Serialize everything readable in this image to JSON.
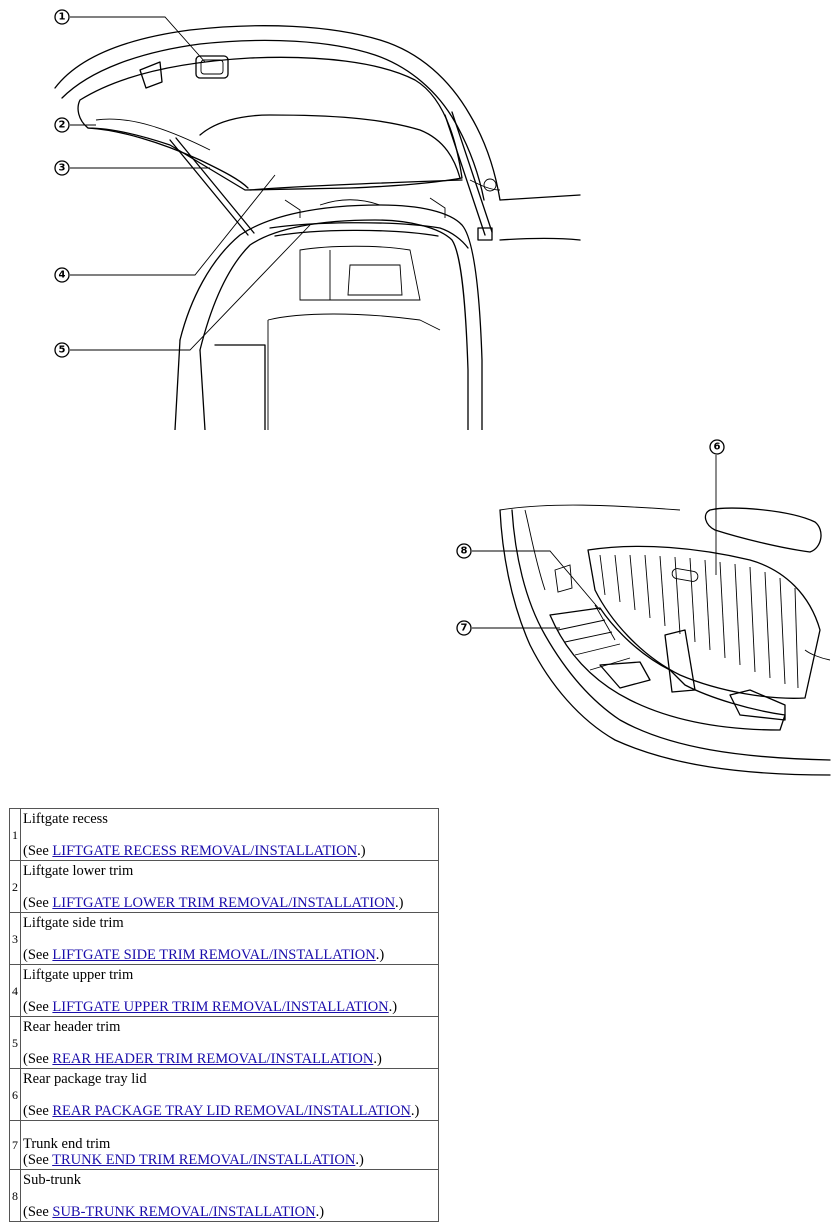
{
  "callouts": [
    "1",
    "2",
    "3",
    "4",
    "5",
    "6",
    "7",
    "8"
  ],
  "parts": [
    {
      "num": "1",
      "name": "Liftgate recess",
      "see_prefix": "(See ",
      "link": "LIFTGATE RECESS REMOVAL/INSTALLATION",
      "see_suffix": ".)"
    },
    {
      "num": "2",
      "name": "Liftgate lower trim",
      "see_prefix": "(See ",
      "link": "LIFTGATE LOWER TRIM REMOVAL/INSTALLATION",
      "see_suffix": ".)"
    },
    {
      "num": "3",
      "name": "Liftgate side trim",
      "see_prefix": "(See ",
      "link": "LIFTGATE SIDE TRIM REMOVAL/INSTALLATION",
      "see_suffix": ".)"
    },
    {
      "num": "4",
      "name": "Liftgate upper trim",
      "see_prefix": "(See ",
      "link": "LIFTGATE UPPER TRIM REMOVAL/INSTALLATION",
      "see_suffix": ".)"
    },
    {
      "num": "5",
      "name": "Rear header trim",
      "see_prefix": "(See ",
      "link": "REAR HEADER TRIM REMOVAL/INSTALLATION",
      "see_suffix": ".)"
    },
    {
      "num": "6",
      "name": "Rear package tray lid",
      "see_prefix": "(See ",
      "link": "REAR PACKAGE TRAY LID REMOVAL/INSTALLATION",
      "see_suffix": ".)"
    },
    {
      "num": "7",
      "name": "Trunk end trim",
      "see_prefix": "(See ",
      "link": "TRUNK END TRIM REMOVAL/INSTALLATION",
      "see_suffix": ".)"
    },
    {
      "num": "8",
      "name": "Sub-trunk",
      "see_prefix": "(See ",
      "link": "SUB-TRUNK REMOVAL/INSTALLATION",
      "see_suffix": ".)"
    }
  ]
}
